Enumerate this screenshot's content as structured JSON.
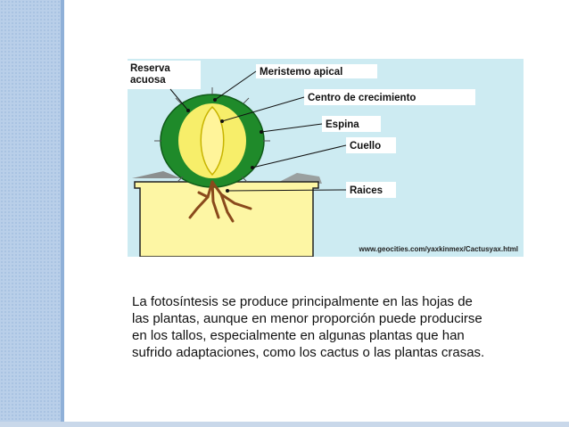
{
  "diagram": {
    "labels": {
      "reserva": "Reserva\nacuosa",
      "meristemo": "Meristemo apical",
      "centro": "Centro de crecimiento",
      "espina": "Espina",
      "cuello": "Cuello",
      "raices": "Raices"
    },
    "source_url": "www.geocities.com/yaxkinmex/Cactusyax.html",
    "colors": {
      "sky": "#cdebf2",
      "pot": "#fdf6a4",
      "cactus_green": "#1f8a2a",
      "cactus_core": "#f7ee6a",
      "label_box": "#ffffff",
      "roots": "#8a4a1c"
    }
  },
  "caption": {
    "lines": [
      "La fotosíntesis se produce principalmente en las hojas de",
      "las plantas, aunque en menor proporción puede producirse",
      "en los tallos, especialmente en algunas plantas que han",
      "sufrido adaptaciones, como los cactus o las plantas crasas."
    ]
  }
}
